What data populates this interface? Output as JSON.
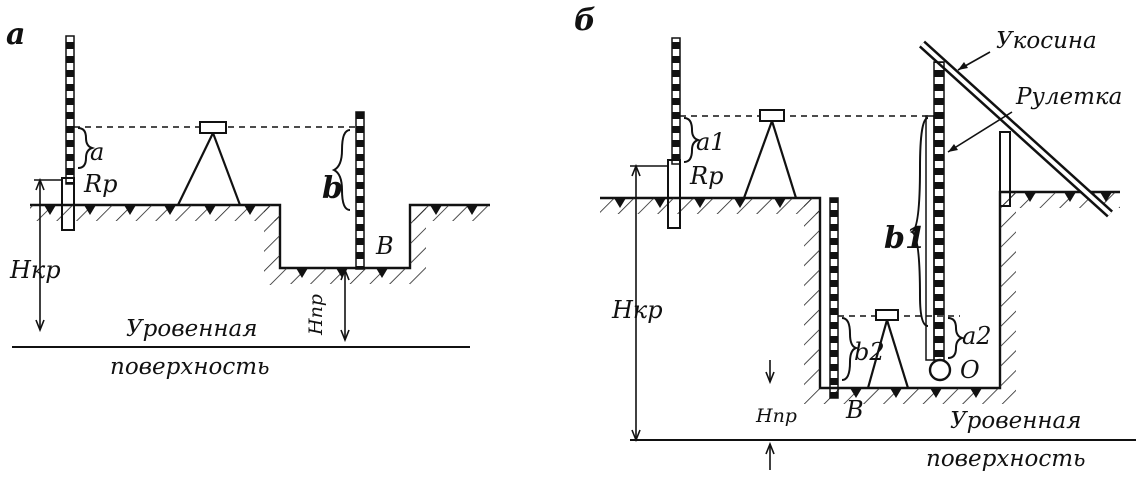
{
  "panel_a": {
    "label": "а",
    "a": "a",
    "rp": "Rp",
    "b": "b",
    "b_cap": "B",
    "h_kr": "Hкр",
    "h_pr": "Hпр",
    "level_line1": "Уровенная",
    "level_line2": "поверхность"
  },
  "panel_b": {
    "label": "б",
    "ukosina": "Укосина",
    "ruletka": "Рулетка",
    "a1": "a1",
    "rp": "Rp",
    "b1": "b1",
    "a2": "a2",
    "b2": "b2",
    "o": "O",
    "b_cap": "B",
    "h_kr": "Hкр",
    "h_pr": "Hпр",
    "level_line1": "Уровенная",
    "level_line2": "поверхность"
  }
}
